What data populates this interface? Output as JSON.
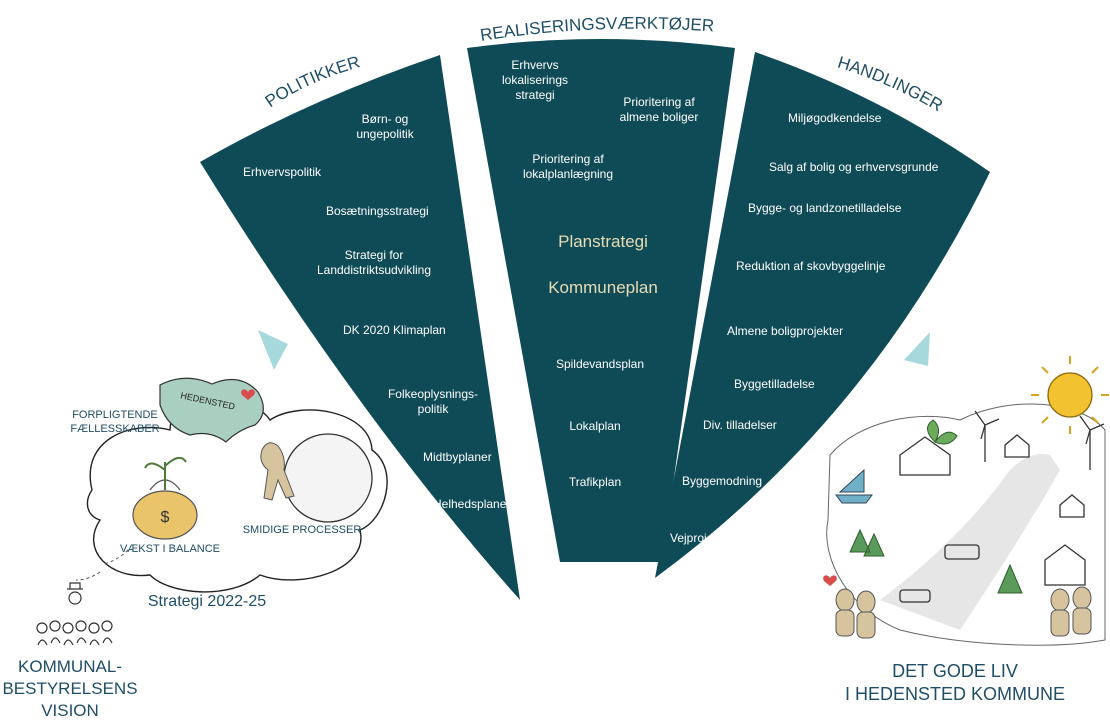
{
  "politikker": {
    "header": "POLITIKKER",
    "items": [
      "Børn- og\nungepolitik",
      "Erhvervspolitik",
      "Bosætningsstrategi",
      "Strategi for\nLanddistriktsudvikling",
      "DK 2020 Klimaplan",
      "Folkeoplysnings-\npolitik",
      "Midtbyplaner",
      "Helhedsplaner"
    ]
  },
  "realisering": {
    "header": "REALISERINGSVÆRKTØJER",
    "items": [
      "Erhvervs\nlokaliserings\nstrategi",
      "Prioritering af\nalmene boliger",
      "Prioritering af\nlokalplanlægning",
      "Spildevandsplan",
      "Lokalplan",
      "Trafikplan"
    ],
    "highlights": [
      "Planstrategi",
      "Kommuneplan"
    ]
  },
  "handlinger": {
    "header": "HANDLINGER",
    "items": [
      "Miljøgodkendelse",
      "Salg af bolig og erhvervsgrunde",
      "Bygge- og landzonetilladelse",
      "Reduktion af skovbyggelinje",
      "Almene boligprojekter",
      "Byggetilladelse",
      "Div. tilladelser",
      "Byggemodning",
      "Vejprojekt"
    ]
  },
  "left": {
    "cloud_labels": [
      "FORPLIGTENDE\nFÆLLESSKABER",
      "VÆKST I BALANCE",
      "SMIDIGE PROCESSER"
    ],
    "map_label": "HEDENSTED",
    "strategy": "Strategi 2022-25",
    "vision": "KOMMUNAL-\nBESTYRELSENS\nVISION"
  },
  "right": {
    "title": "DET GODE LIV\nI HEDENSTED KOMMUNE"
  },
  "colors": {
    "panel": "#0f4b57",
    "arrow": "#a6d8dc",
    "text_dark": "#1f4e67",
    "highlight": "#e8dcb4"
  }
}
